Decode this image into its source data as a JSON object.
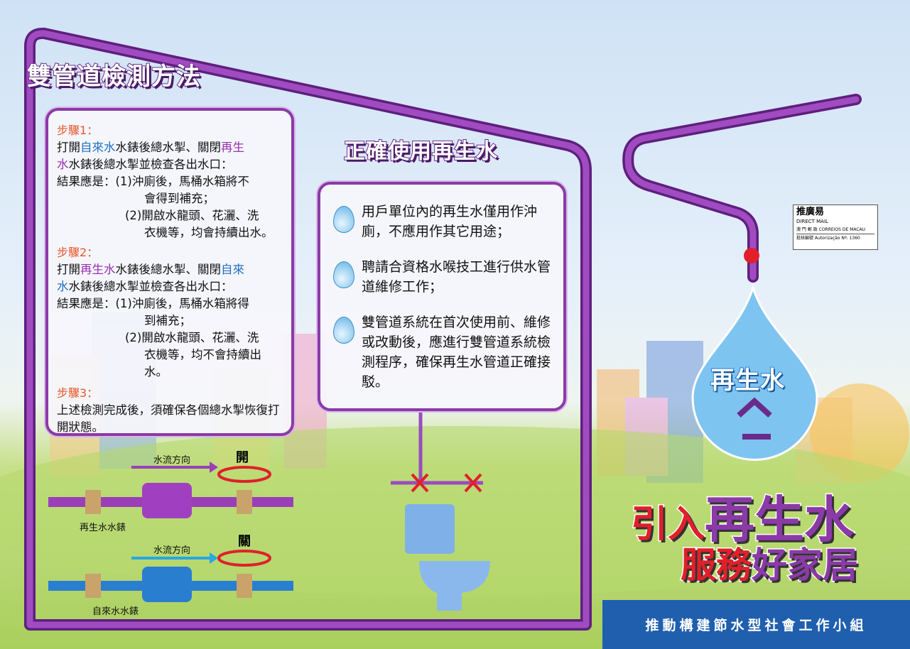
{
  "left_title": "雙管道檢測方法",
  "middle_title": "正確使用再生水",
  "steps": [
    {
      "label": "步驟1：",
      "line1_pre": "打開",
      "line1_a": "自來水",
      "line1_mid": "水錶後總水掣、關閉",
      "line1_b": "再生",
      "line2_b": "水",
      "line2_rest": "水錶後總水掣並檢查各出水口：",
      "result_label": "結果應是：",
      "r1": "(1)沖廁後，馬桶水箱將不",
      "r1b": "會得到補充；",
      "r2": "(2)開啟水龍頭、花灑、洗",
      "r2b": "衣機等，均會持續出水。"
    },
    {
      "label": "步驟2：",
      "line1_pre": "打開",
      "line1_a": "再生水",
      "line1_mid": "水錶後總水掣、關閉",
      "line1_b": "自來",
      "line2_b": "水",
      "line2_rest": "水錶後總水掣並檢查各出水口：",
      "result_label": "結果應是：",
      "r1": "(1)沖廁後，馬桶水箱將得",
      "r1b": "到補充；",
      "r2": "(2)開啟水龍頭、花灑、洗",
      "r2b": "衣機等，均不會持續出",
      "r2c": "水。"
    },
    {
      "label": "步驟3：",
      "text": "上述檢測完成後，須確保各個總水掣恢復打開狀態。"
    }
  ],
  "bullets": [
    "用戶單位內的再生水僅用作沖廁，不應用作其它用途；",
    "聘請合資格水喉技工進行供水管道維修工作；",
    "雙管道系統在首次使用前、維修或改動後，應進行雙管道系統檢測程序，確保再生水管道正確接駁。"
  ],
  "diagram": {
    "flow1": "水流方向",
    "open": "開",
    "meter1": "再生水水錶",
    "flow2": "水流方向",
    "close": "關",
    "meter2": "自來水水錶"
  },
  "drop_label": "再生水",
  "headline": {
    "part1": "引入",
    "part2": "再生水",
    "part3": "服務",
    "part4": "好家居"
  },
  "stamp": {
    "name": "推廣易",
    "line2": "DIRECT MAIL",
    "line3": "澳 門 郵 政 CORREIOS DE MACAU",
    "line4": "批核編號 Autorização Nº: 1360"
  },
  "footer": "推動構建節水型社會工作小組",
  "colors": {
    "pipe": "#8b3aa8",
    "footer": "#1f5fae",
    "red": "#e0202a"
  }
}
